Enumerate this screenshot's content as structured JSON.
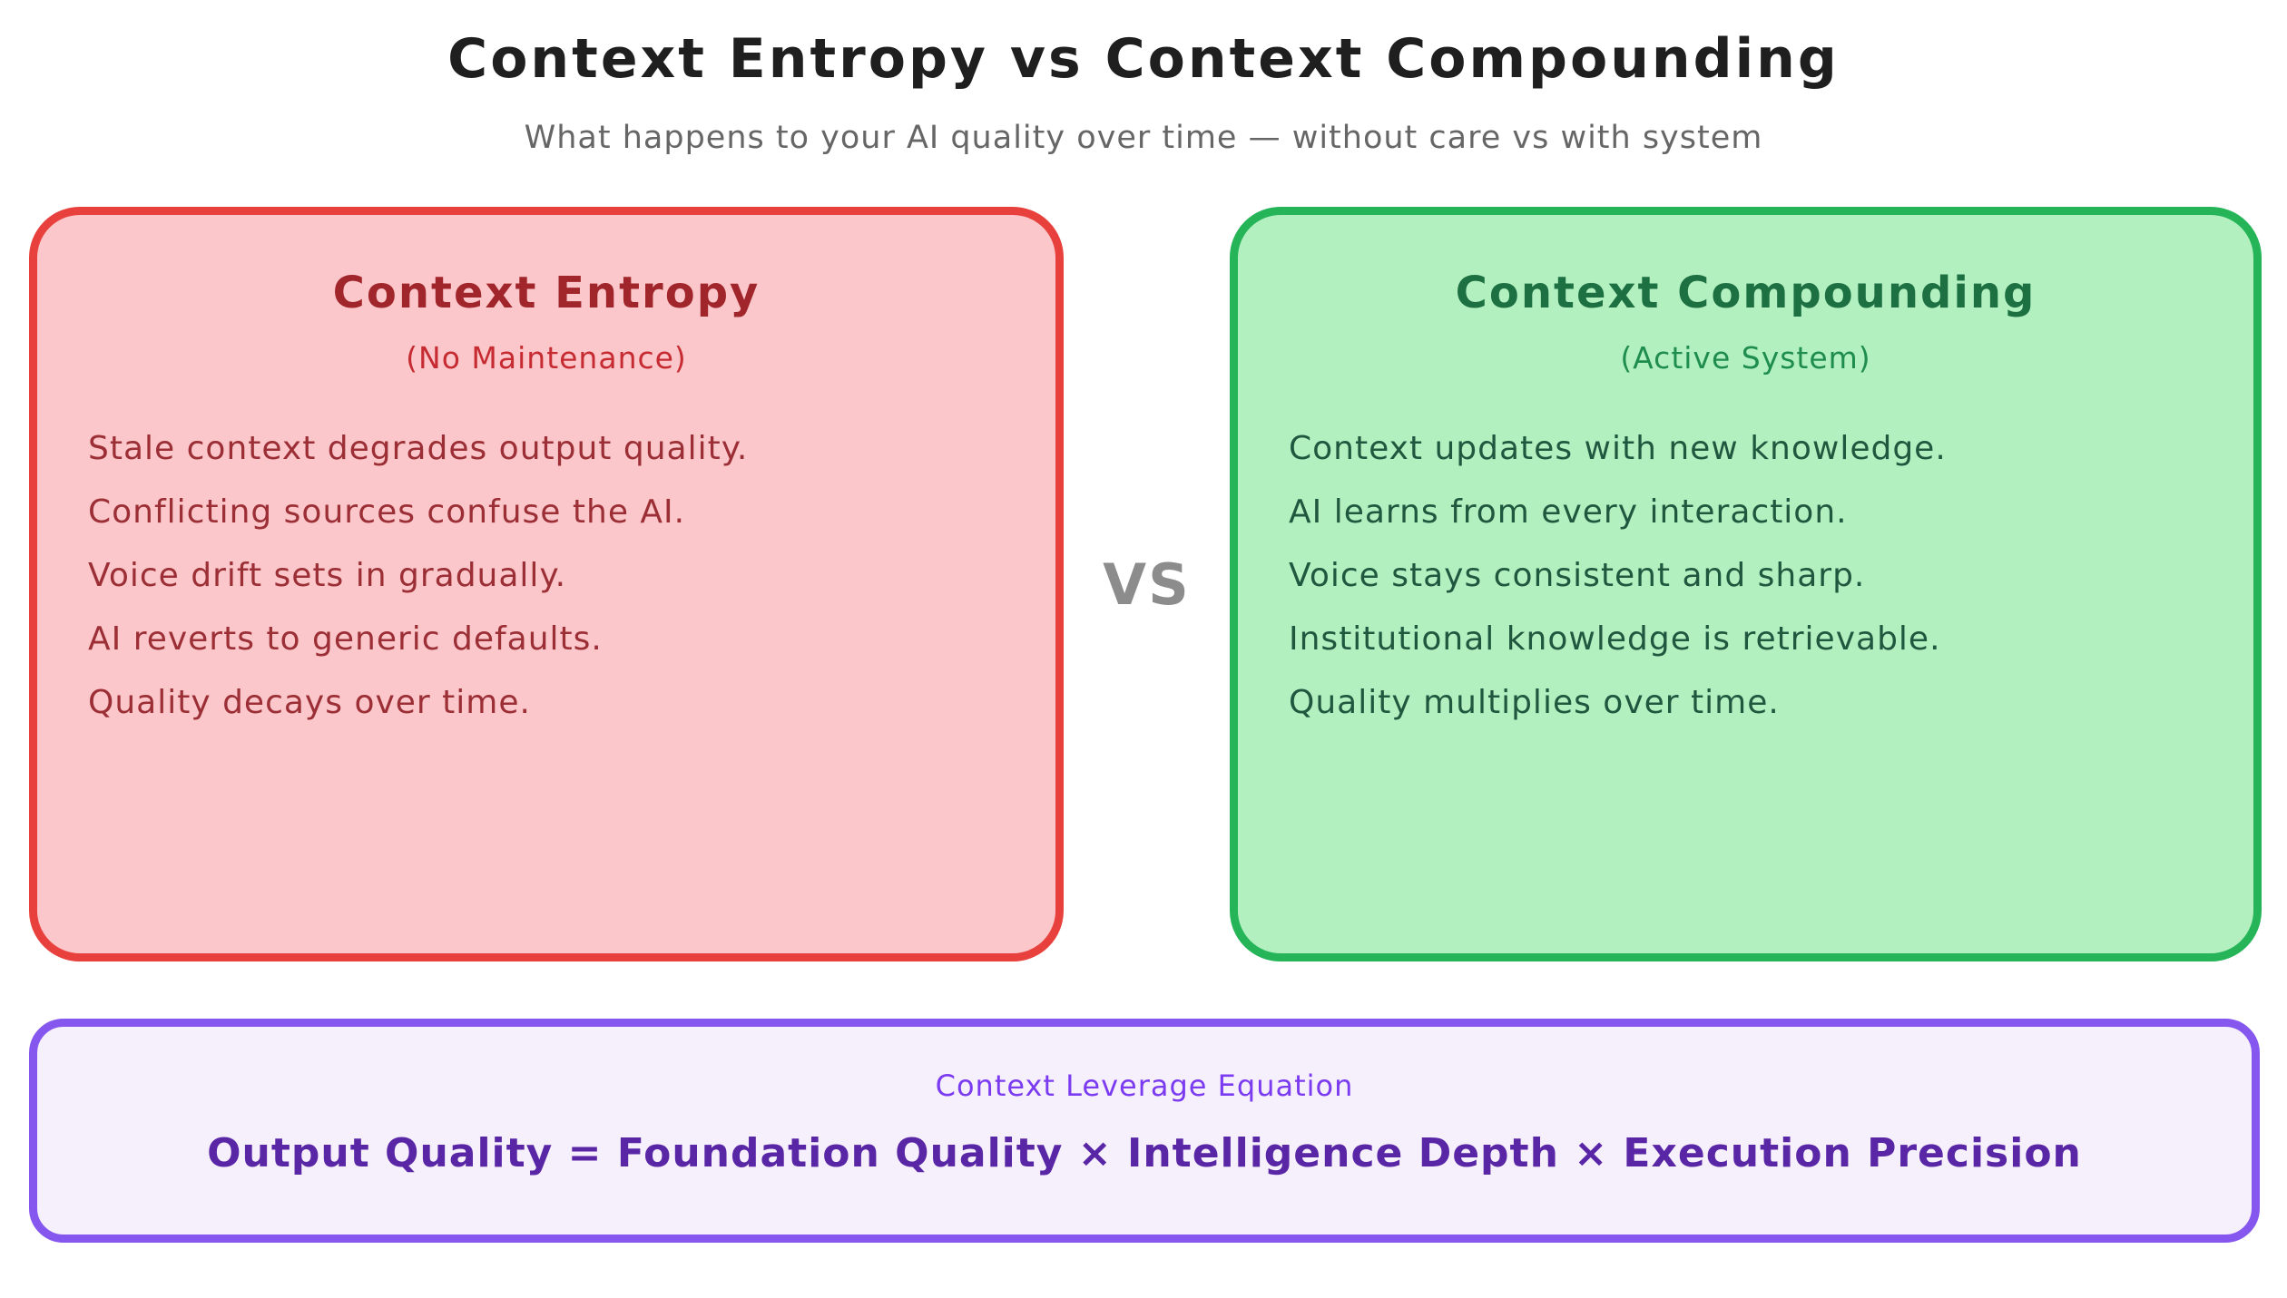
{
  "page": {
    "title": "Context Entropy vs Context Compounding",
    "subtitle": "What happens to your AI quality over time — without care vs with system",
    "vs_label": "VS"
  },
  "entropy_card": {
    "title": "Context Entropy",
    "subtitle": "(No Maintenance)",
    "points": [
      "Stale context degrades output quality.",
      "Conflicting sources confuse the AI.",
      "Voice drift sets in gradually.",
      "AI reverts to generic defaults.",
      "Quality decays over time."
    ],
    "colors": {
      "border": "#e8403c",
      "fill": "#fbc7ca",
      "title": "#a1262b",
      "subtitle": "#c52b31",
      "body": "#9c2f36"
    }
  },
  "compounding_card": {
    "title": "Context Compounding",
    "subtitle": "(Active System)",
    "points": [
      "Context updates with new knowledge.",
      "AI learns from every interaction.",
      "Voice stays consistent and sharp.",
      "Institutional knowledge is retrievable.",
      "Quality multiplies over time."
    ],
    "colors": {
      "border": "#25b457",
      "fill": "#b3f0c0",
      "title": "#1d7042",
      "subtitle": "#1f8d4d",
      "body": "#20583f"
    }
  },
  "equation_card": {
    "title": "Context Leverage Equation",
    "equation": "Output Quality = Foundation Quality × Intelligence Depth × Execution Precision",
    "colors": {
      "border": "#8657ee",
      "fill": "#f6effc",
      "title": "#7b3bf0",
      "equation": "#5926a6"
    }
  }
}
